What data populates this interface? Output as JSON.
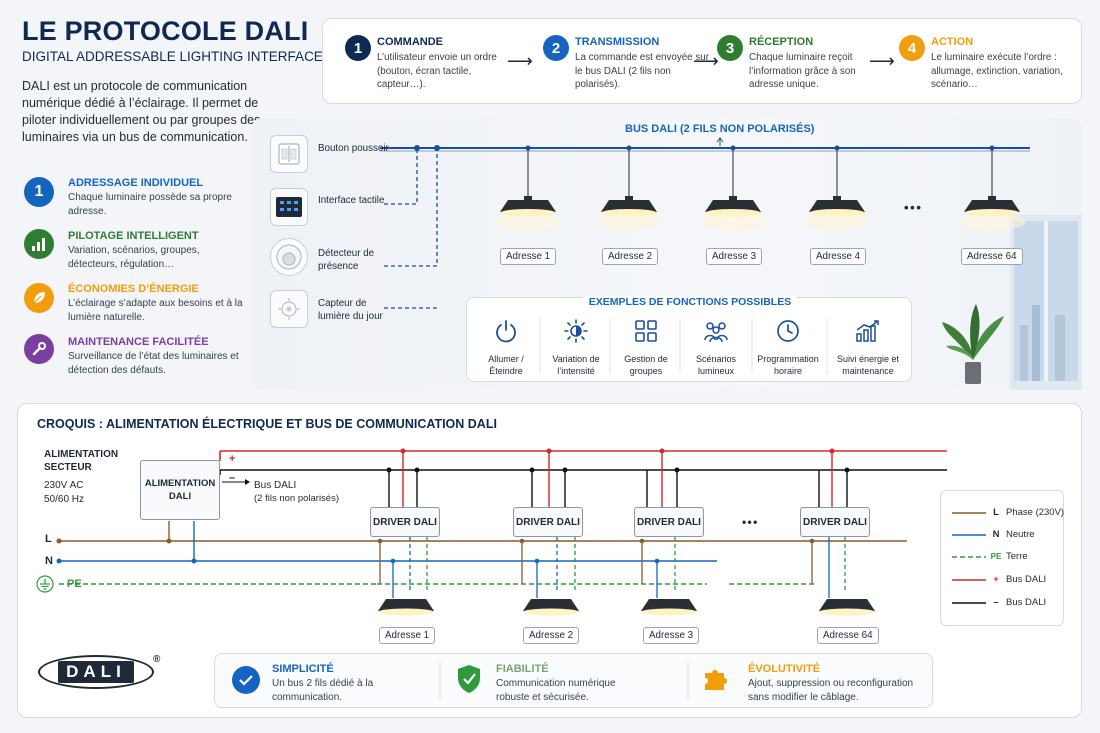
{
  "header": {
    "title": "LE PROTOCOLE DALI",
    "subtitle": "DIGITAL ADDRESSABLE LIGHTING INTERFACE",
    "intro": "DALI est un protocole de communication numérique dédié à l’éclairage. Il permet de piloter individuellement ou par groupes des luminaires via un bus de communication."
  },
  "features": [
    {
      "icon": "1",
      "title": "ADRESSAGE INDIVIDUEL",
      "desc": "Chaque luminaire possède sa propre adresse.",
      "color": "#1565c0"
    },
    {
      "icon": "signal-bars-icon",
      "title": "PILOTAGE INTELLIGENT",
      "desc": "Variation, scénarios, groupes, détecteurs, régulation…",
      "color": "#2e7d32"
    },
    {
      "icon": "leaf-icon",
      "title": "ÉCONOMIES D’ÉNERGIE",
      "desc": "L’éclairage s’adapte aux besoins et à la lumière naturelle.",
      "color": "#f29d0c"
    },
    {
      "icon": "wrench-icon",
      "title": "MAINTENANCE FACILITÉE",
      "desc": "Surveillance de l’état des luminaires et détection des défauts.",
      "color": "#7b3fa1"
    }
  ],
  "steps": [
    {
      "num": "1",
      "title": "COMMANDE",
      "desc": "L’utilisateur envoie un ordre (bouton, écran tactile, capteur…).",
      "color": "#0f2a52"
    },
    {
      "num": "2",
      "title": "TRANSMISSION",
      "desc": "La commande est envoyée sur le bus DALI (2 fils non polarisés).",
      "color": "#1565c0"
    },
    {
      "num": "3",
      "title": "RÉCEPTION",
      "desc": "Chaque luminaire reçoit l’information grâce à son adresse unique.",
      "color": "#2e7d32"
    },
    {
      "num": "4",
      "title": "ACTION",
      "desc": "Le luminaire exécute l’ordre : allumage, extinction, variation, scénario…",
      "color": "#f29d0c"
    }
  ],
  "bus": {
    "label": "BUS DALI (2 FILS NON POLARISÉS)",
    "devices": [
      "Bouton poussoir",
      "Interface tactile",
      "Détecteur de présence",
      "Capteur de lumière du jour"
    ],
    "addresses": [
      "Adresse 1",
      "Adresse 2",
      "Adresse 3",
      "Adresse 4",
      "Adresse 64"
    ],
    "ellipsis": "• • •"
  },
  "functions": {
    "title": "EXEMPLES DE FONCTIONS POSSIBLES",
    "items": [
      {
        "icon": "power-icon",
        "label": "Allumer / Éteindre"
      },
      {
        "icon": "brightness-icon",
        "label": "Variation de l’intensité"
      },
      {
        "icon": "grid-icon",
        "label": "Gestion de groupes"
      },
      {
        "icon": "people-icon",
        "label": "Scénarios lumineux"
      },
      {
        "icon": "clock-icon",
        "label": "Programmation horaire"
      },
      {
        "icon": "chart-icon",
        "label": "Suivi énergie et maintenance"
      }
    ]
  },
  "sketch": {
    "title": "CROQUIS : ALIMENTATION ÉLECTRIQUE ET BUS DE COMMUNICATION DALI",
    "mains_title": "ALIMENTATION SECTEUR",
    "mains_spec_1": "230V AC",
    "mains_spec_2": "50/60 Hz",
    "psu": "ALIMENTATION DALI",
    "bus_label": "Bus DALI",
    "bus_sub": "(2 fils non polarisés)",
    "plus": "+",
    "minus": "–",
    "line_L": "L",
    "line_N": "N",
    "line_PE": "PE",
    "driver": "DRIVER DALI",
    "ellipsis": "• • •",
    "addresses": [
      "Adresse 1",
      "Adresse 2",
      "Adresse 3",
      "Adresse 64"
    ]
  },
  "legend": [
    {
      "sym": "L",
      "label": "Phase (230V)",
      "color": "#8b5a2b",
      "dash": false
    },
    {
      "sym": "N",
      "label": "Neutre",
      "color": "#1565c0",
      "dash": false
    },
    {
      "sym": "PE",
      "label": "Terre",
      "color": "#2e9a3a",
      "dash": true
    },
    {
      "sym": "+",
      "label": "Bus DALI",
      "color": "#d62828",
      "dash": false
    },
    {
      "sym": "–",
      "label": "Bus DALI",
      "color": "#111111",
      "dash": false
    }
  ],
  "logo": {
    "text": "DALI",
    "mark": "®"
  },
  "advantages": [
    {
      "icon": "check-icon",
      "title": "SIMPLICITÉ",
      "desc": "Un bus 2 fils dédié à la communication.",
      "color": "#1565c0"
    },
    {
      "icon": "shield-icon",
      "title": "FIABILITÉ",
      "desc": "Communication numérique robuste et sécurisée.",
      "color": "#2e9a3a"
    },
    {
      "icon": "puzzle-icon",
      "title": "ÉVOLUTIVITÉ",
      "desc": "Ajout, suppression ou reconfiguration sans modifier le câblage.",
      "color": "#f29d0c"
    }
  ]
}
